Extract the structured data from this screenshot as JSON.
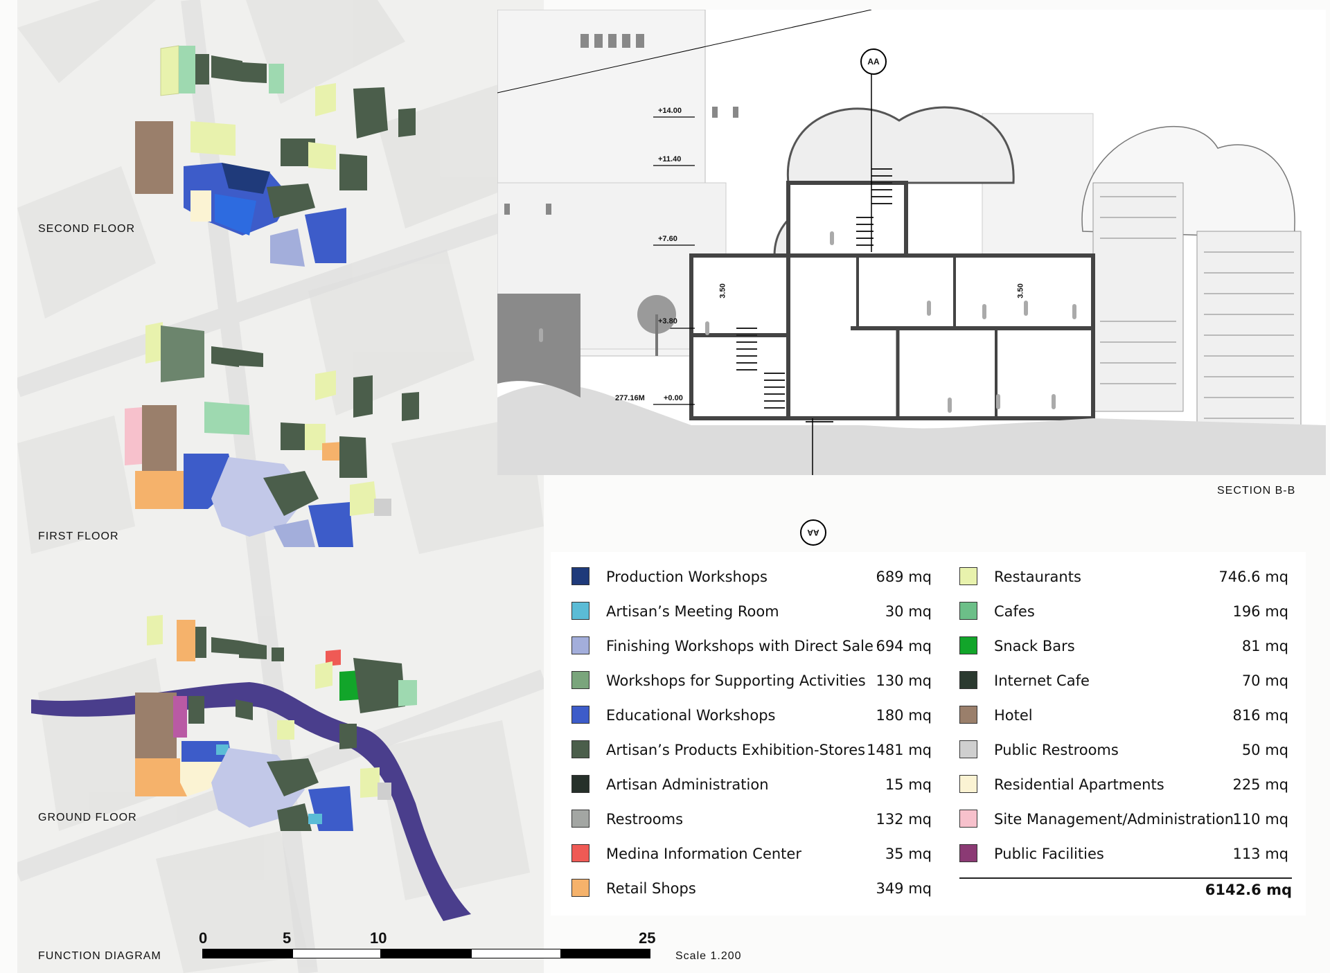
{
  "floors": {
    "second": "SECOND FLOOR",
    "first": "FIRST FLOOR",
    "ground": "GROUND FLOOR"
  },
  "diagram_label": "FUNCTION DIAGRAM",
  "section": {
    "title": "SECTION B-B",
    "marker": "AA",
    "elevations": [
      "+14.00",
      "+11.40",
      "+7.60",
      "+3.80",
      "+0.00",
      "277.16M"
    ],
    "heights": [
      "3.50",
      "3.50"
    ]
  },
  "legend": {
    "left": [
      {
        "label": "Production Workshops",
        "value": "689 mq",
        "color": "#1f3a7a"
      },
      {
        "label": "Artisan’s Meeting Room",
        "value": "30 mq",
        "color": "#5bbcd6"
      },
      {
        "label": "Finishing Workshops with Direct Sale",
        "value": "694 mq",
        "color": "#a3aedb"
      },
      {
        "label": "Workshops for Supporting Activities",
        "value": "130 mq",
        "color": "#7aa57c"
      },
      {
        "label": "Educational Workshops",
        "value": "180 mq",
        "color": "#3d5cc9"
      },
      {
        "label": "Artisan’s Products Exhibition-Stores",
        "value": "1481 mq",
        "color": "#4b5e4b"
      },
      {
        "label": "Artisan Administration",
        "value": "15 mq",
        "color": "#26302a"
      },
      {
        "label": "Restrooms",
        "value": "132 mq",
        "color": "#a3a6a3"
      },
      {
        "label": "Medina Information Center",
        "value": "35 mq",
        "color": "#ef5a55"
      },
      {
        "label": "Retail Shops",
        "value": "349 mq",
        "color": "#f5b26b"
      }
    ],
    "right": [
      {
        "label": "Restaurants",
        "value": "746.6 mq",
        "color": "#e8f2ad"
      },
      {
        "label": "Cafes",
        "value": "196 mq",
        "color": "#6cbf88"
      },
      {
        "label": "Snack Bars",
        "value": "81 mq",
        "color": "#12a52a"
      },
      {
        "label": "Internet Cafe",
        "value": "70 mq",
        "color": "#2b3a30"
      },
      {
        "label": "Hotel",
        "value": "816 mq",
        "color": "#9a7f6b"
      },
      {
        "label": "Public Restrooms",
        "value": "50 mq",
        "color": "#cfcfcf"
      },
      {
        "label": "Residential Apartments",
        "value": "225 mq",
        "color": "#fbf3d3"
      },
      {
        "label": "Site Management/Administration",
        "value": "110 mq",
        "color": "#f7c1cc"
      },
      {
        "label": "Public Facilities",
        "value": "113 mq",
        "color": "#8b3a74"
      }
    ],
    "total": "6142.6 mq"
  },
  "scale": {
    "ticks": [
      "0",
      "5",
      "10",
      "25"
    ],
    "label": "Scale 1.200"
  }
}
